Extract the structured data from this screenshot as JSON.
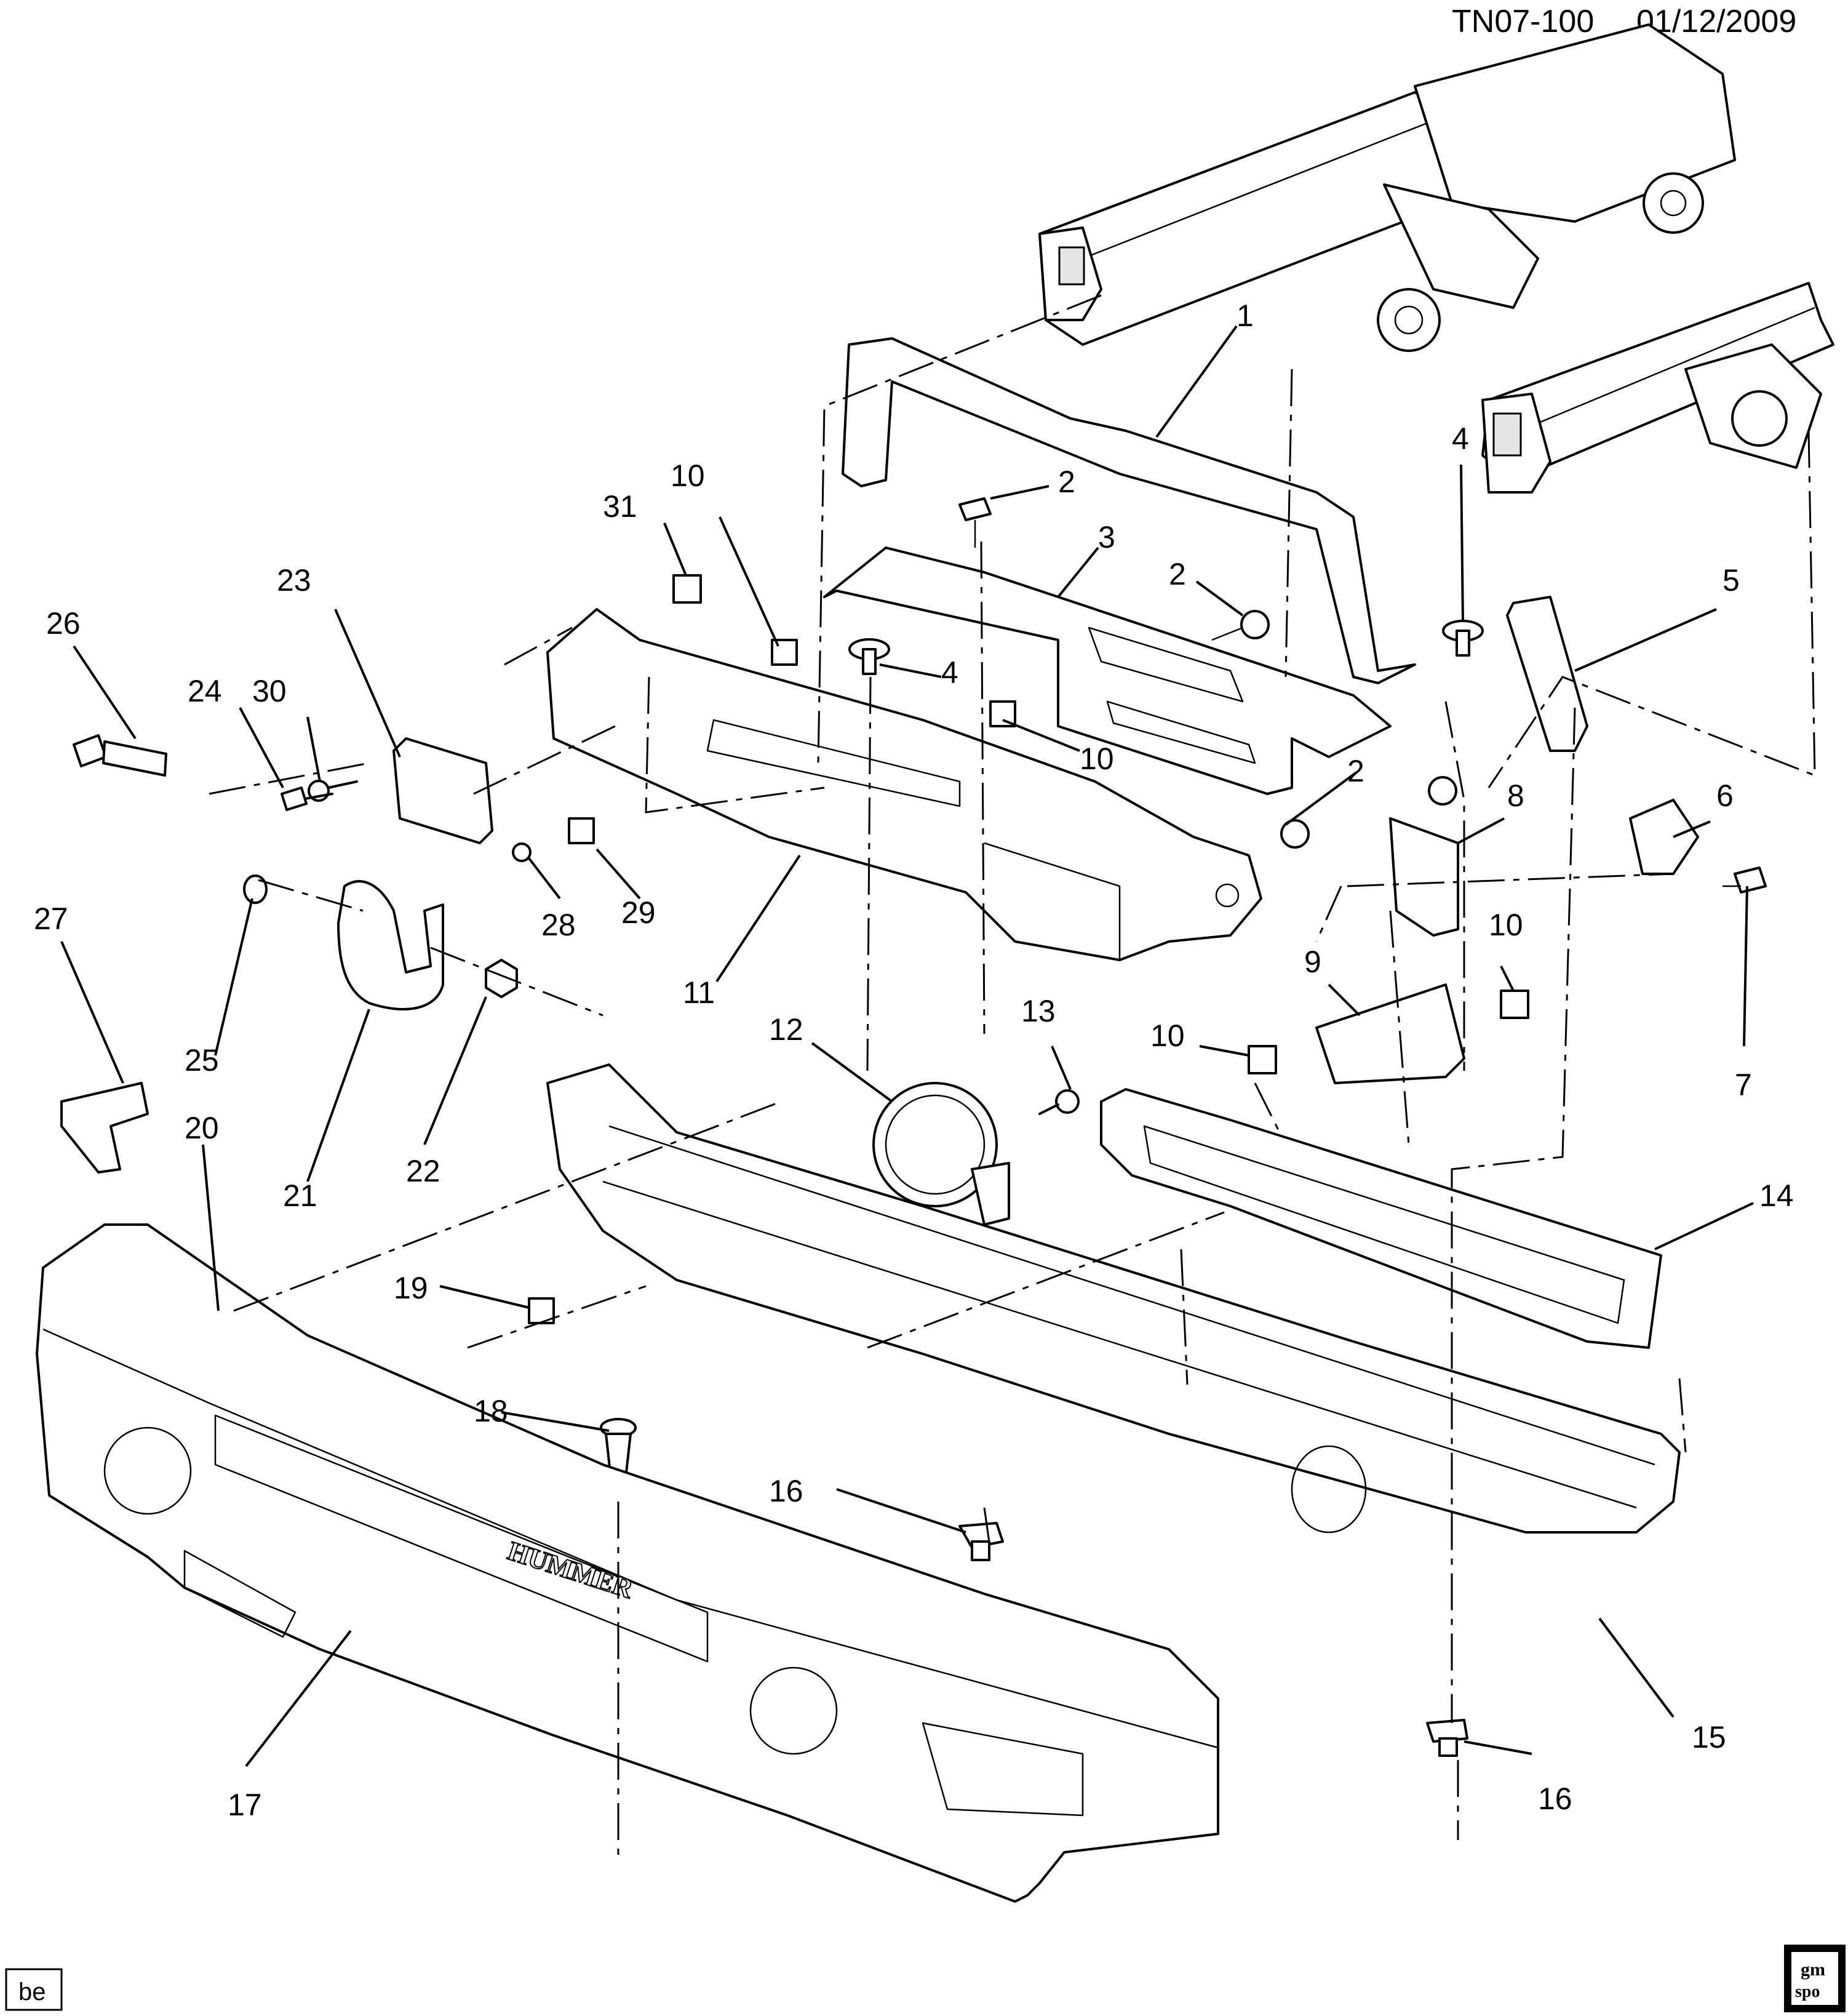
{
  "header": {
    "code": "TN07-100",
    "date": "01/12/2009"
  },
  "footer": {
    "left_badge": "be",
    "logo_top": "gm",
    "logo_bottom": "spo"
  },
  "emblem_text": "HUMMER",
  "callouts": [
    {
      "id": "c1",
      "label": "1"
    },
    {
      "id": "c2a",
      "label": "2"
    },
    {
      "id": "c2b",
      "label": "2"
    },
    {
      "id": "c2c",
      "label": "2"
    },
    {
      "id": "c3",
      "label": "3"
    },
    {
      "id": "c4a",
      "label": "4"
    },
    {
      "id": "c4b",
      "label": "4"
    },
    {
      "id": "c5",
      "label": "5"
    },
    {
      "id": "c6",
      "label": "6"
    },
    {
      "id": "c7",
      "label": "7"
    },
    {
      "id": "c8",
      "label": "8"
    },
    {
      "id": "c9",
      "label": "9"
    },
    {
      "id": "c10a",
      "label": "10"
    },
    {
      "id": "c10b",
      "label": "10"
    },
    {
      "id": "c10c",
      "label": "10"
    },
    {
      "id": "c10d",
      "label": "10"
    },
    {
      "id": "c11",
      "label": "11"
    },
    {
      "id": "c12",
      "label": "12"
    },
    {
      "id": "c13",
      "label": "13"
    },
    {
      "id": "c14",
      "label": "14"
    },
    {
      "id": "c15",
      "label": "15"
    },
    {
      "id": "c16a",
      "label": "16"
    },
    {
      "id": "c16b",
      "label": "16"
    },
    {
      "id": "c17",
      "label": "17"
    },
    {
      "id": "c18",
      "label": "18"
    },
    {
      "id": "c19",
      "label": "19"
    },
    {
      "id": "c20",
      "label": "20"
    },
    {
      "id": "c21",
      "label": "21"
    },
    {
      "id": "c22",
      "label": "22"
    },
    {
      "id": "c23",
      "label": "23"
    },
    {
      "id": "c24",
      "label": "24"
    },
    {
      "id": "c25",
      "label": "25"
    },
    {
      "id": "c26",
      "label": "26"
    },
    {
      "id": "c27",
      "label": "27"
    },
    {
      "id": "c28",
      "label": "28"
    },
    {
      "id": "c29",
      "label": "29"
    },
    {
      "id": "c30",
      "label": "30"
    },
    {
      "id": "c31",
      "label": "31"
    }
  ]
}
